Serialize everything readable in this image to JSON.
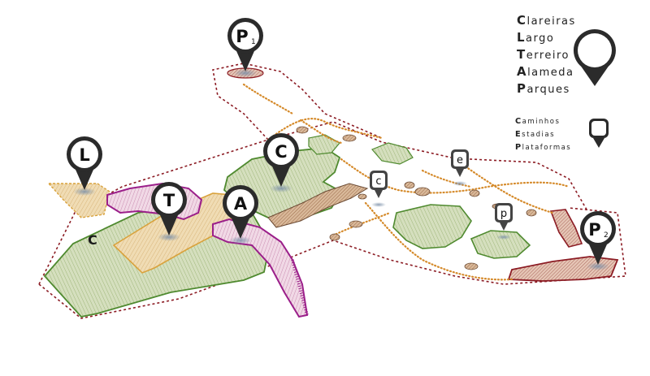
{
  "legend": {
    "major": [
      {
        "initial": "C",
        "rest": "lareiras"
      },
      {
        "initial": "L",
        "rest": "argo"
      },
      {
        "initial": "T",
        "rest": "erreiro"
      },
      {
        "initial": "A",
        "rest": "lameda"
      },
      {
        "initial": "P",
        "rest": "arques"
      }
    ],
    "minor": [
      {
        "initial": "C",
        "rest": "aminhos"
      },
      {
        "initial": "E",
        "rest": "stadias"
      },
      {
        "initial": "P",
        "rest": "lataformas"
      }
    ]
  },
  "markers": {
    "p1": {
      "label": "P",
      "sub": "1"
    },
    "p2": {
      "label": "P",
      "sub": "2"
    },
    "l": {
      "label": "L"
    },
    "t": {
      "label": "T"
    },
    "a": {
      "label": "A"
    },
    "c": {
      "label": "C"
    },
    "small_c": {
      "label": "c"
    },
    "small_e": {
      "label": "e"
    },
    "small_p": {
      "label": "p"
    }
  },
  "map_labels": {
    "clearing_c": "C"
  },
  "colors": {
    "green_fill": "#cdd9b3",
    "green_stroke": "#4f8a2f",
    "tan_fill": "#ecd4a6",
    "tan_stroke": "#d9a23c",
    "purple": "#9b1f8a",
    "maroon": "#8c1c24",
    "path_orange": "#d58a2a",
    "marker_dark": "#2b2b2b"
  },
  "icons": [
    "map-pin-icon",
    "square-pin-icon"
  ]
}
